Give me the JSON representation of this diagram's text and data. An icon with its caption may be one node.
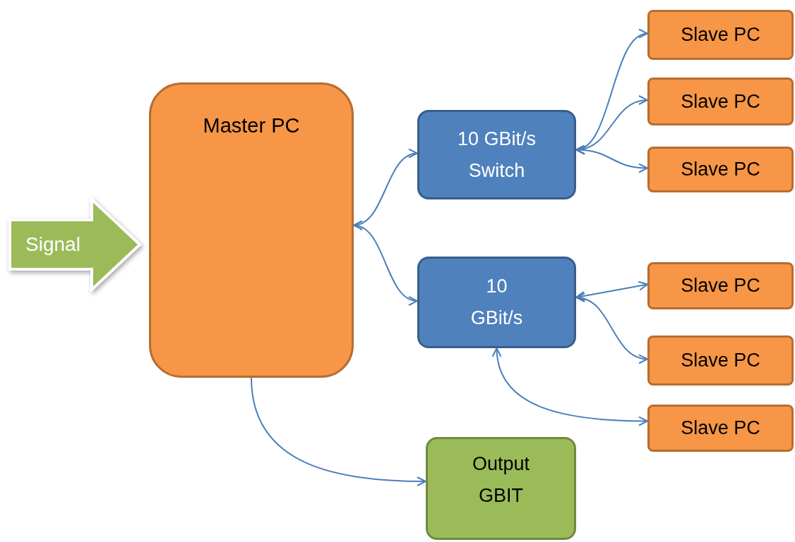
{
  "diagram": {
    "nodes": [
      {
        "text": [
          "Signal"
        ]
      },
      {
        "text": [
          "Master PC"
        ]
      },
      {
        "text": [
          "10 GBit/s",
          "Switch"
        ]
      },
      {
        "text": [
          "10",
          "GBit/s"
        ]
      },
      {
        "text": [
          "Output",
          "GBIT"
        ]
      },
      {
        "text": [
          "Slave PC"
        ]
      },
      {
        "text": [
          "Slave PC"
        ]
      },
      {
        "text": [
          "Slave PC"
        ]
      },
      {
        "text": [
          "Slave PC"
        ]
      },
      {
        "text": [
          "Slave PC"
        ]
      },
      {
        "text": [
          "Slave PC"
        ]
      }
    ],
    "edges": [
      {
        "from": 1,
        "to": 2,
        "arrow": "both"
      },
      {
        "from": 1,
        "to": 3,
        "arrow": "both"
      },
      {
        "from": 2,
        "to": 5,
        "arrow": "both"
      },
      {
        "from": 2,
        "to": 6,
        "arrow": "both"
      },
      {
        "from": 2,
        "to": 7,
        "arrow": "both"
      },
      {
        "from": 3,
        "to": 8,
        "arrow": "both"
      },
      {
        "from": 3,
        "to": 9,
        "arrow": "both"
      },
      {
        "from": 3,
        "to": 10,
        "arrow": "both"
      },
      {
        "from": 1,
        "to": 4,
        "arrow": "to"
      }
    ]
  }
}
